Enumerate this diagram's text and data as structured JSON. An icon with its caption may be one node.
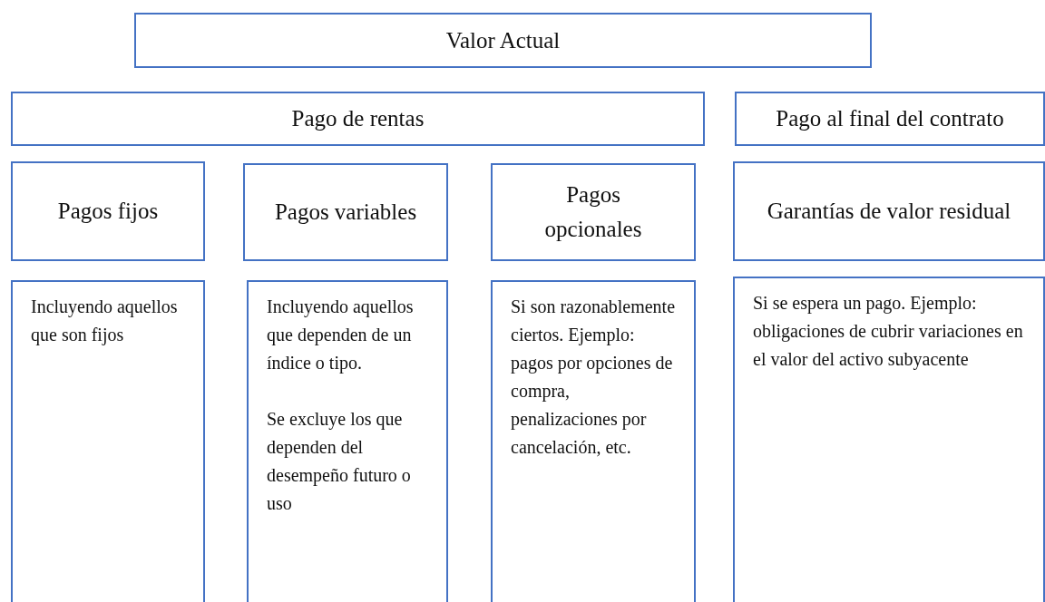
{
  "diagram": {
    "nodes": [
      {
        "text": [
          "Valor Actual"
        ]
      },
      {
        "text": [
          "Pago de rentas"
        ]
      },
      {
        "text": [
          "Pago al final del contrato"
        ]
      },
      {
        "text": [
          "Pagos fijos"
        ]
      },
      {
        "text": [
          "Pagos variables"
        ]
      },
      {
        "text": [
          "Pagos opcionales"
        ]
      },
      {
        "text": [
          "Garantías de valor residual"
        ]
      },
      {
        "text": [
          "Incluyendo aquellos que son fijos"
        ]
      },
      {
        "text": [
          "Incluyendo aquellos que dependen de un índice o tipo.",
          "Se excluye los que dependen del desempeño futuro o uso"
        ]
      },
      {
        "text": [
          "Si son razonablemente ciertos. Ejemplo: pagos por opciones de compra, penalizaciones por cancelación, etc."
        ]
      },
      {
        "text": [
          "Si se espera un pago. Ejemplo: obligaciones de cubrir variaciones en el valor del activo subyacente"
        ]
      }
    ]
  }
}
